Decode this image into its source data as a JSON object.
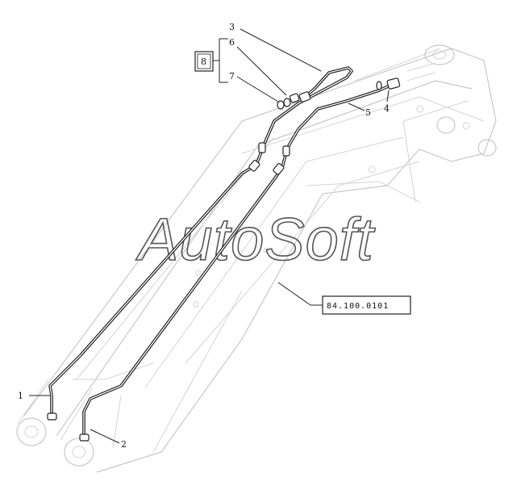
{
  "callouts": {
    "c1": "1",
    "c2": "2",
    "c3": "3",
    "c4": "4",
    "c5": "5",
    "c6": "6",
    "c7": "7",
    "c8": "8"
  },
  "reference_box": "84.100.0101",
  "watermark": "AutoSoft"
}
